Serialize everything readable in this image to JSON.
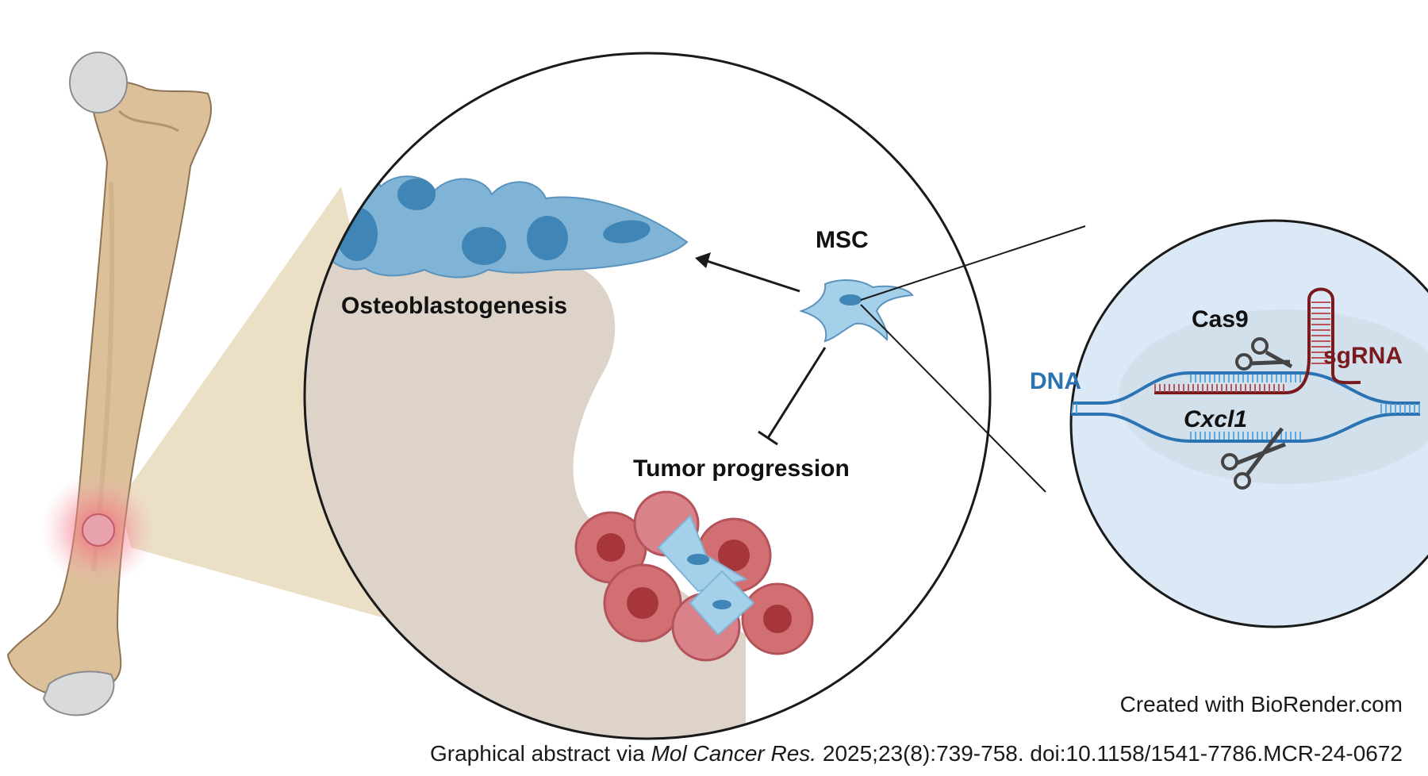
{
  "labels": {
    "osteoblastogenesis": "Osteoblastogenesis",
    "msc": "MSC",
    "tumor_progression": "Tumor progression",
    "cas9": "Cas9",
    "sgrna": "sgRNA",
    "dna": "DNA",
    "gene": "Cxcl1"
  },
  "credits": {
    "biorender": "Created with BioRender.com",
    "citation_prefix": "Graphical abstract via ",
    "citation_journal": "Mol Cancer Res.",
    "citation_suffix": " 2025;23(8):739-758. doi:10.1158/1541-7786.MCR-24-0672"
  },
  "colors": {
    "bone": "#dcc09a",
    "bone_outline": "#8d7352",
    "cartilage": "#d9dadc",
    "marrow": "#ddd3c8",
    "zoom_wedge": "#e9dcc0",
    "cell_blue": "#7fb4d6",
    "nucleus_blue": "#3f85b5",
    "tumor_red": "#d26f73",
    "tumor_nucleus": "#a6353c",
    "detail_bg": "#dbe9f7",
    "dna_blue": "#2b73b3",
    "sgrna_red": "#7a1a1e",
    "text": "#111111"
  }
}
